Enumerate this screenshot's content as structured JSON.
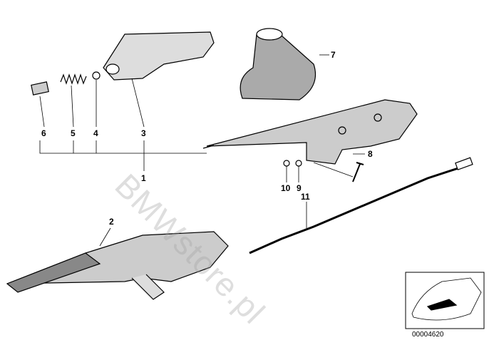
{
  "diagram": {
    "callouts": [
      "1",
      "2",
      "3",
      "4",
      "5",
      "6",
      "7",
      "8",
      "9",
      "10",
      "11"
    ],
    "watermark": "BMWstore.pl",
    "reference_number": "00004620"
  }
}
